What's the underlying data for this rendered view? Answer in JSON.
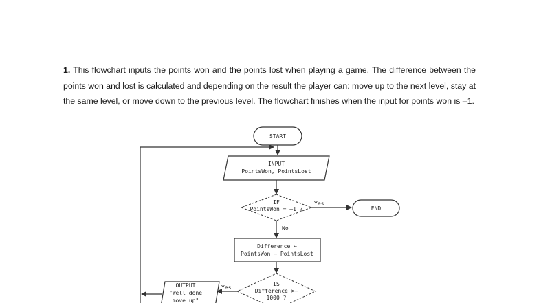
{
  "question": {
    "number": "1.",
    "text": "This flowchart inputs the points won and the points lost when playing a game. The difference between the points won and lost is calculated and depending on the result the player can: move up to the next level, stay at the same level, or move down to the previous level. The flowchart finishes when the input for points won is –1."
  },
  "flowchart": {
    "start": "START",
    "input_title": "INPUT",
    "input_vars": "PointsWon, PointsLost",
    "decision1_line1": "IF",
    "decision1_line2": "PointsWon = –1 ?",
    "decision1_yes": "Yes",
    "decision1_no": "No",
    "end": "END",
    "process_line1": "Difference ←",
    "process_line2": "PointsWon – PointsLost",
    "decision2_line1": "IS",
    "decision2_line2": "Difference >–",
    "decision2_line3": "1000 ?",
    "decision2_yes": "Yes",
    "output_title": "OUTPUT",
    "output_line1": "\"Well done",
    "output_line2": "move up\""
  }
}
